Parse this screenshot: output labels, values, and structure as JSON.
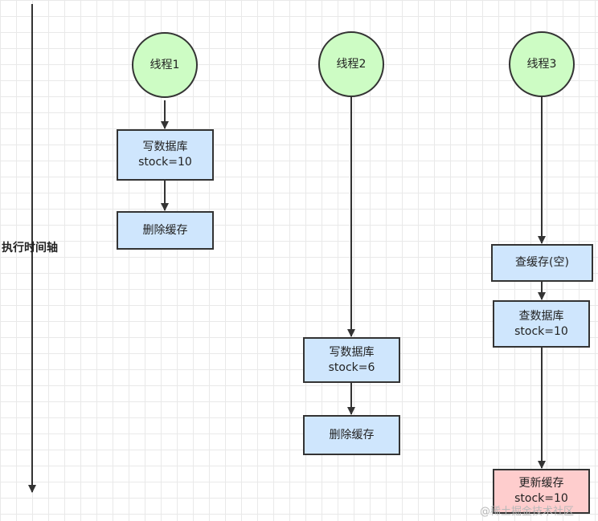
{
  "timeline": {
    "label": "执行时间轴"
  },
  "threads": [
    {
      "label": "线程1"
    },
    {
      "label": "线程2"
    },
    {
      "label": "线程3"
    }
  ],
  "steps": {
    "t1_write_db": {
      "line1": "写数据库",
      "line2": "stock=10"
    },
    "t1_delete_cache": {
      "line1": "删除缓存"
    },
    "t2_write_db": {
      "line1": "写数据库",
      "line2": "stock=6"
    },
    "t2_delete_cache": {
      "line1": "删除缓存"
    },
    "t3_query_cache": {
      "line1": "查缓存(空)"
    },
    "t3_query_db": {
      "line1": "查数据库",
      "line2": "stock=10"
    },
    "t3_update_cache": {
      "line1": "更新缓存",
      "line2": "stock=10"
    }
  },
  "watermark": "@稀土掘金技术社区",
  "colors": {
    "thread_fill": "#cdfcc4",
    "step_fill": "#cfe6fd",
    "update_fill": "#fecdcd",
    "stroke": "#333333"
  }
}
